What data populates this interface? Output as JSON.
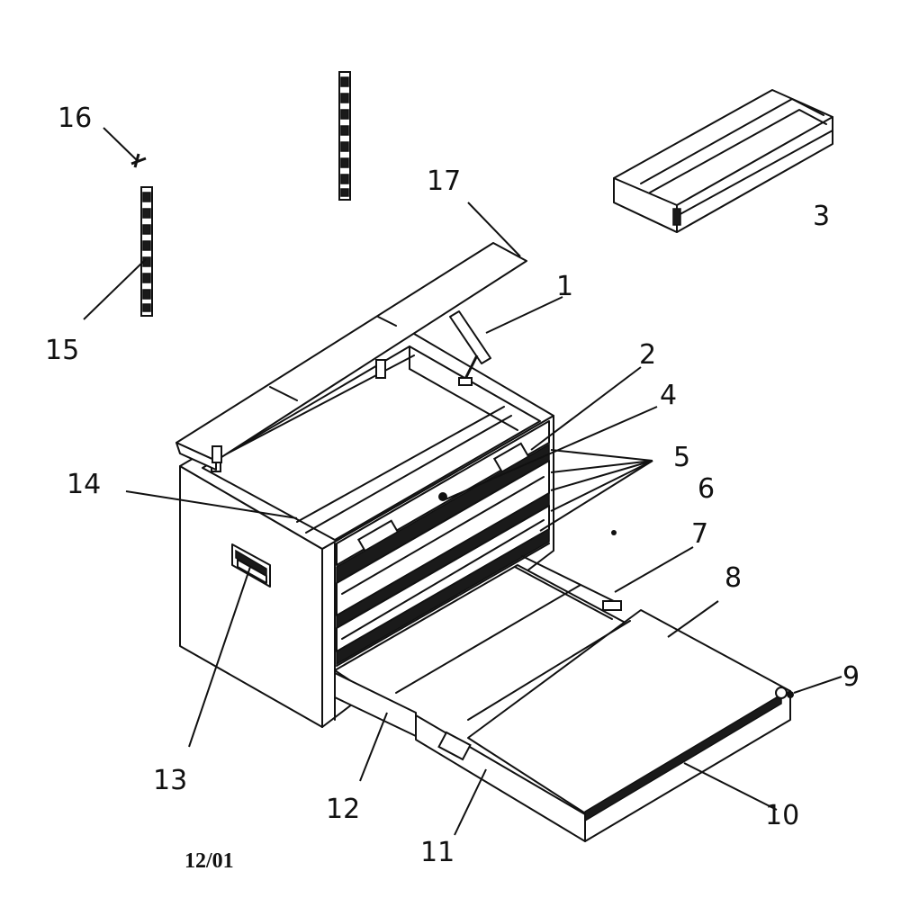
{
  "diagram": {
    "callouts": [
      "1",
      "2",
      "3",
      "4",
      "5",
      "6",
      "7",
      "8",
      "9",
      "10",
      "11",
      "12",
      "13",
      "14",
      "15",
      "16",
      "17"
    ],
    "date_code": "12/01"
  }
}
